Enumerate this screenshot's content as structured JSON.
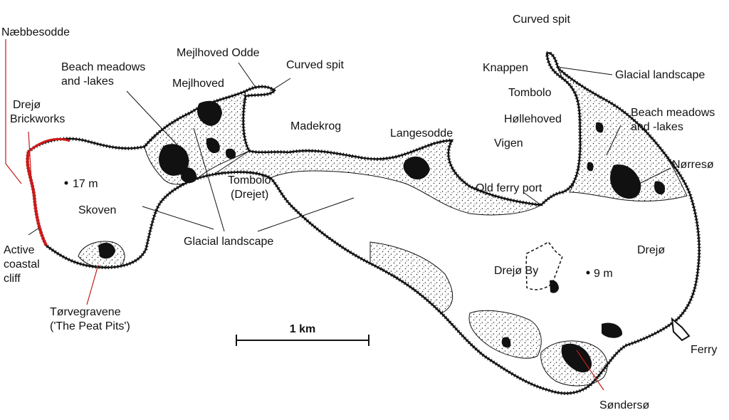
{
  "labels": {
    "naebbesodde": "Næbbesodde",
    "drejo_brickworks_1": "Drejø",
    "drejo_brickworks_2": "Brickworks",
    "beach_meadows_w_1": "Beach meadows",
    "beach_meadows_w_2": "and -lakes",
    "mejlhoved_odde": "Mejlhoved Odde",
    "mejlhoved": "Mejlhoved",
    "curved_spit_w": "Curved spit",
    "madekrog": "Madekrog",
    "langesodde": "Langesodde",
    "curved_spit_e": "Curved spit",
    "knappen": "Knappen",
    "glacial_landscape_e": "Glacial landscape",
    "tombolo_e": "Tombolo",
    "hollehoved": "Høllehoved",
    "vigen": "Vigen",
    "beach_meadows_e_1": "Beach meadows",
    "beach_meadows_e_2": "and -lakes",
    "norreso": "Nørresø",
    "elev_17": "17 m",
    "skoven": "Skoven",
    "tombolo_drejet_1": "Tombolo",
    "tombolo_drejet_2": "(Drejet)",
    "old_ferry_port": "Old ferry port",
    "glacial_landscape_c": "Glacial landscape",
    "active_cliff_1": "Active",
    "active_cliff_2": "coastal",
    "active_cliff_3": "cliff",
    "peat_pits_1": "Tørvegravene",
    "peat_pits_2": "('The Peat Pits')",
    "drejo": "Drejø",
    "drejo_by": "Drejø By",
    "elev_9": "9 m",
    "ferry": "Ferry",
    "sonderso": "Søndersø"
  },
  "scale_bar": {
    "label": "1 km",
    "length_km": 1
  },
  "colors": {
    "outline": "#111111",
    "cliff": "#d01818",
    "leader_red": "#c41a1a",
    "water": "#111111"
  }
}
